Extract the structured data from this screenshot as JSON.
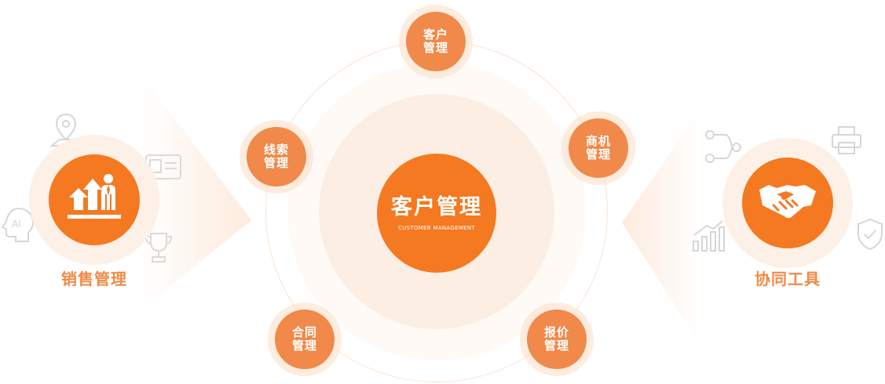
{
  "left": {
    "label": "销售管理"
  },
  "right": {
    "label": "协同工具"
  },
  "center": {
    "title": "客户管理",
    "subtitle": "CUSTOMER MANAGEMENT"
  },
  "nodes": [
    {
      "line1": "客户",
      "line2": "管理"
    },
    {
      "line1": "商机",
      "line2": "管理"
    },
    {
      "line1": "报价",
      "line2": "管理"
    },
    {
      "line1": "合同",
      "line2": "管理"
    },
    {
      "line1": "线索",
      "line2": "管理"
    }
  ],
  "colors": {
    "accent": "#f47920",
    "node": "#f0894a",
    "label": "#f08a45"
  }
}
